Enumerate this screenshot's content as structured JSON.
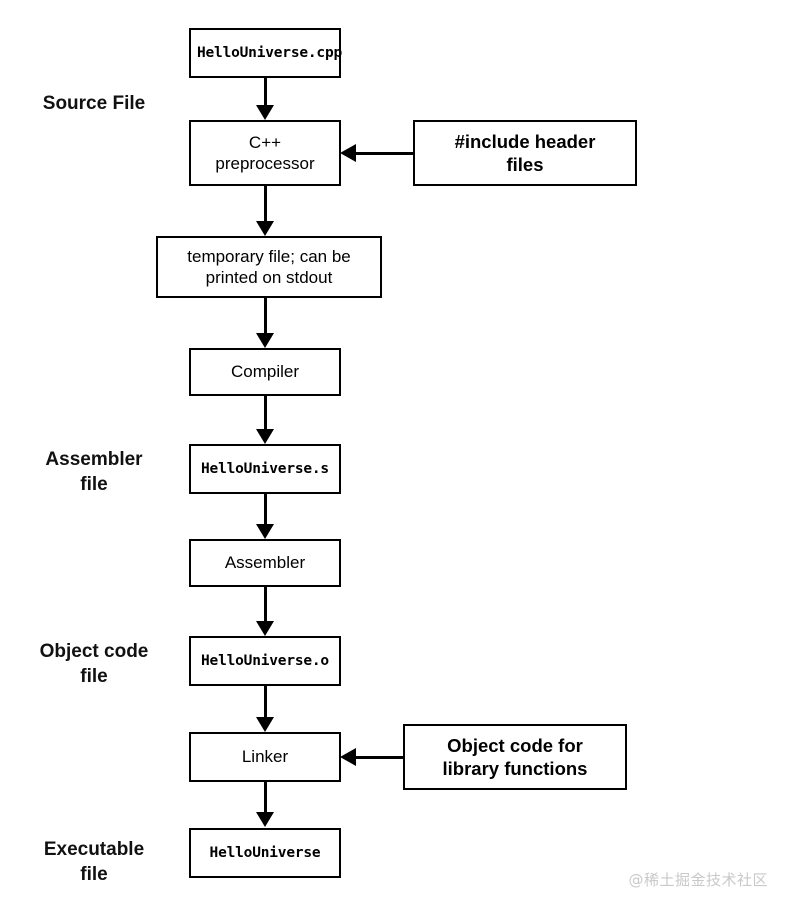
{
  "diagram": {
    "title": "C++ compilation pipeline",
    "stage_labels": [
      {
        "id": "source-file",
        "text": "Source File"
      },
      {
        "id": "assembler-file",
        "text": "Assembler\nfile"
      },
      {
        "id": "object-code-file",
        "text": "Object code\nfile"
      },
      {
        "id": "executable-file",
        "text": "Executable\nfile"
      }
    ],
    "nodes": [
      {
        "id": "hellouniverse-cpp",
        "text": "HelloUniverse.cpp",
        "style": "mono"
      },
      {
        "id": "cpp-preprocessor",
        "text": "C++\npreprocessor",
        "style": "plain"
      },
      {
        "id": "temporary-file",
        "text": "temporary file; can be\nprinted on stdout",
        "style": "plain"
      },
      {
        "id": "compiler",
        "text": "Compiler",
        "style": "plain"
      },
      {
        "id": "hellouniverse-s",
        "text": "HelloUniverse.s",
        "style": "mono"
      },
      {
        "id": "assembler",
        "text": "Assembler",
        "style": "plain"
      },
      {
        "id": "hellouniverse-o",
        "text": "HelloUniverse.o",
        "style": "mono"
      },
      {
        "id": "linker",
        "text": "Linker",
        "style": "plain"
      },
      {
        "id": "hellouniverse",
        "text": "HelloUniverse",
        "style": "mono"
      }
    ],
    "side_nodes": [
      {
        "id": "include-header-files",
        "text": "#include header\nfiles",
        "style": "strong"
      },
      {
        "id": "object-code-library",
        "text": "Object code for\nlibrary functions",
        "style": "strong"
      }
    ],
    "colors": {
      "stroke": "#000000",
      "fill": "#ffffff",
      "text": "#000000",
      "watermark": "#c9c9c9"
    }
  },
  "watermark": {
    "text": "@稀土掘金技术社区"
  }
}
